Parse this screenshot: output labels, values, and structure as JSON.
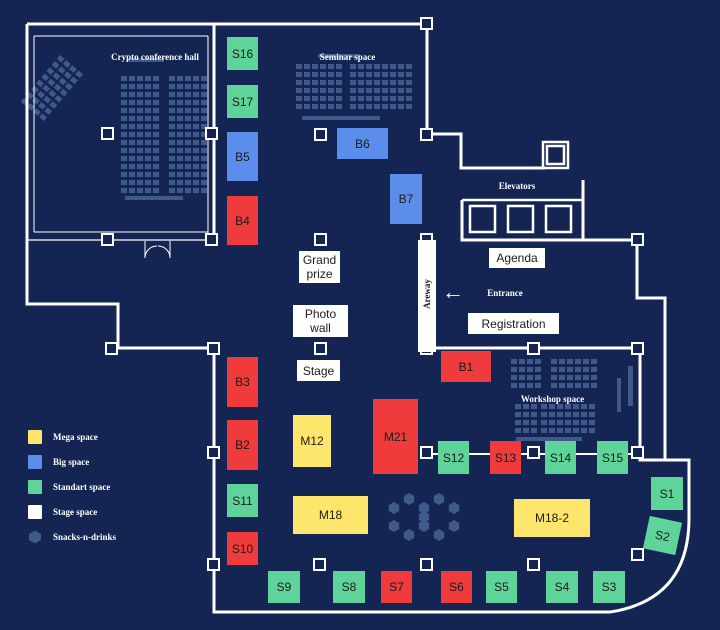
{
  "areas": {
    "crypto_hall": "Crypto conference hall",
    "seminar": "Seminar space",
    "elevators": "Elevators",
    "workshop": "Workshop space",
    "entrance": "Entrance",
    "areway": "Areway"
  },
  "stage_spaces": {
    "grand_prize": "Grand prize",
    "photo_wall": "Photo wall",
    "stage": "Stage",
    "agenda": "Agenda",
    "registration": "Registration"
  },
  "booths": {
    "s16": "S16",
    "s17": "S17",
    "b5": "B5",
    "b4": "B4",
    "b6": "B6",
    "b7": "B7",
    "b3": "B3",
    "b2": "B2",
    "s11": "S11",
    "s10": "S10",
    "m12": "M12",
    "m21": "M21",
    "m18": "M18",
    "m18_2": "M18-2",
    "b1": "B1",
    "s12": "S12",
    "s13": "S13",
    "s14": "S14",
    "s15": "S15",
    "s1": "S1",
    "s2": "S2",
    "s9": "S9",
    "s8": "S8",
    "s7": "S7",
    "s6": "S6",
    "s5": "S5",
    "s4": "S4",
    "s3": "S3"
  },
  "legend": [
    {
      "label": "Mega space",
      "color": "#fde66b",
      "icon": "square"
    },
    {
      "label": "Big space",
      "color": "#5b8eea",
      "icon": "square"
    },
    {
      "label": "Standart space",
      "color": "#5ed49a",
      "icon": "square"
    },
    {
      "label": "Stage space",
      "color": "#ffffff",
      "icon": "square"
    },
    {
      "label": "Snacks-n-drinks",
      "color": "#3f5a8a",
      "icon": "hexagon"
    }
  ],
  "colors": {
    "background": "#142453",
    "walls": "#ffffff",
    "seats": "#3f5a8a",
    "mega": "#fde66b",
    "big": "#5b8eea",
    "standard": "#5ed49a",
    "red_booth": "#ef3b3b"
  }
}
